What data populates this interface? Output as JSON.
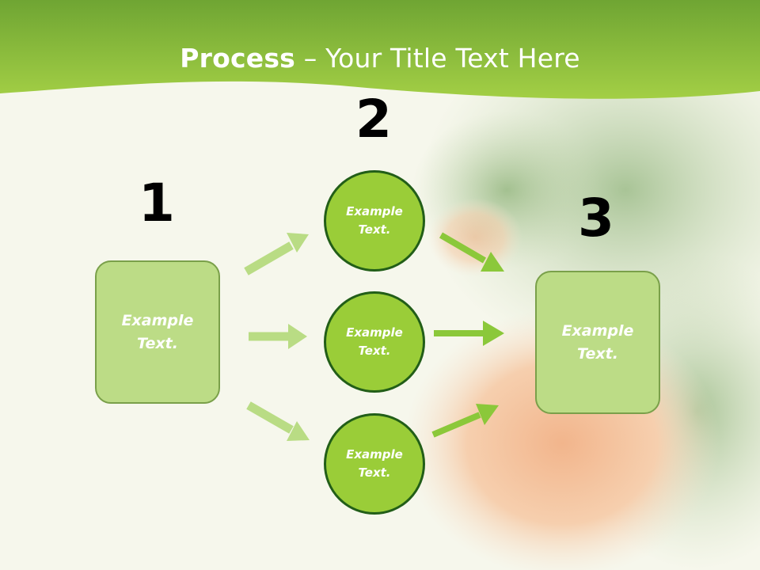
{
  "title": {
    "bold": "Process",
    "rest": " – Your Title Text Here"
  },
  "steps": {
    "one": "1",
    "two": "2",
    "three": "3"
  },
  "left_box": {
    "line1": "Example",
    "line2": "Text."
  },
  "right_box": {
    "line1": "Example",
    "line2": "Text."
  },
  "circles": [
    {
      "line1": "Example",
      "line2": "Text."
    },
    {
      "line1": "Example",
      "line2": "Text."
    },
    {
      "line1": "Example",
      "line2": "Text."
    }
  ],
  "colors": {
    "header": "#8fc43a",
    "box_fill": "#bcdc86",
    "circle_fill": "#9acd38",
    "circle_border": "#225e18",
    "arrow_light": "#b9dc84",
    "arrow_bright": "#8bc83a"
  }
}
